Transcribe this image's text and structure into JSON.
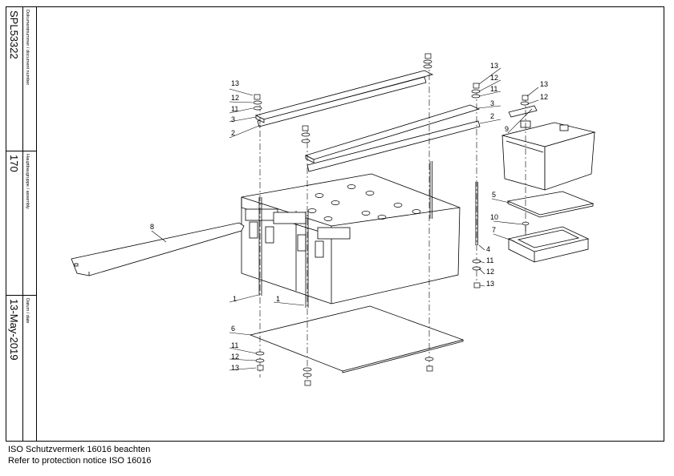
{
  "titleblock": {
    "doc_label": "Dokumentnummer / document number",
    "doc_number": "SPL53322",
    "assembly_label": "Hauptbaugruppe / assembly",
    "assembly_number": "170",
    "date_label": "Datum / date",
    "date": "13-May-2019"
  },
  "footer": {
    "line1": "ISO Schutzvermerk 16016 beachten",
    "line2": "Refer to protection notice ISO 16016"
  },
  "callouts": [
    "1",
    "1",
    "2",
    "2",
    "3",
    "3",
    "4",
    "5",
    "6",
    "7",
    "8",
    "9",
    "10",
    "11",
    "11",
    "11",
    "12",
    "12",
    "12",
    "12",
    "13",
    "13",
    "13",
    "13",
    "13"
  ]
}
